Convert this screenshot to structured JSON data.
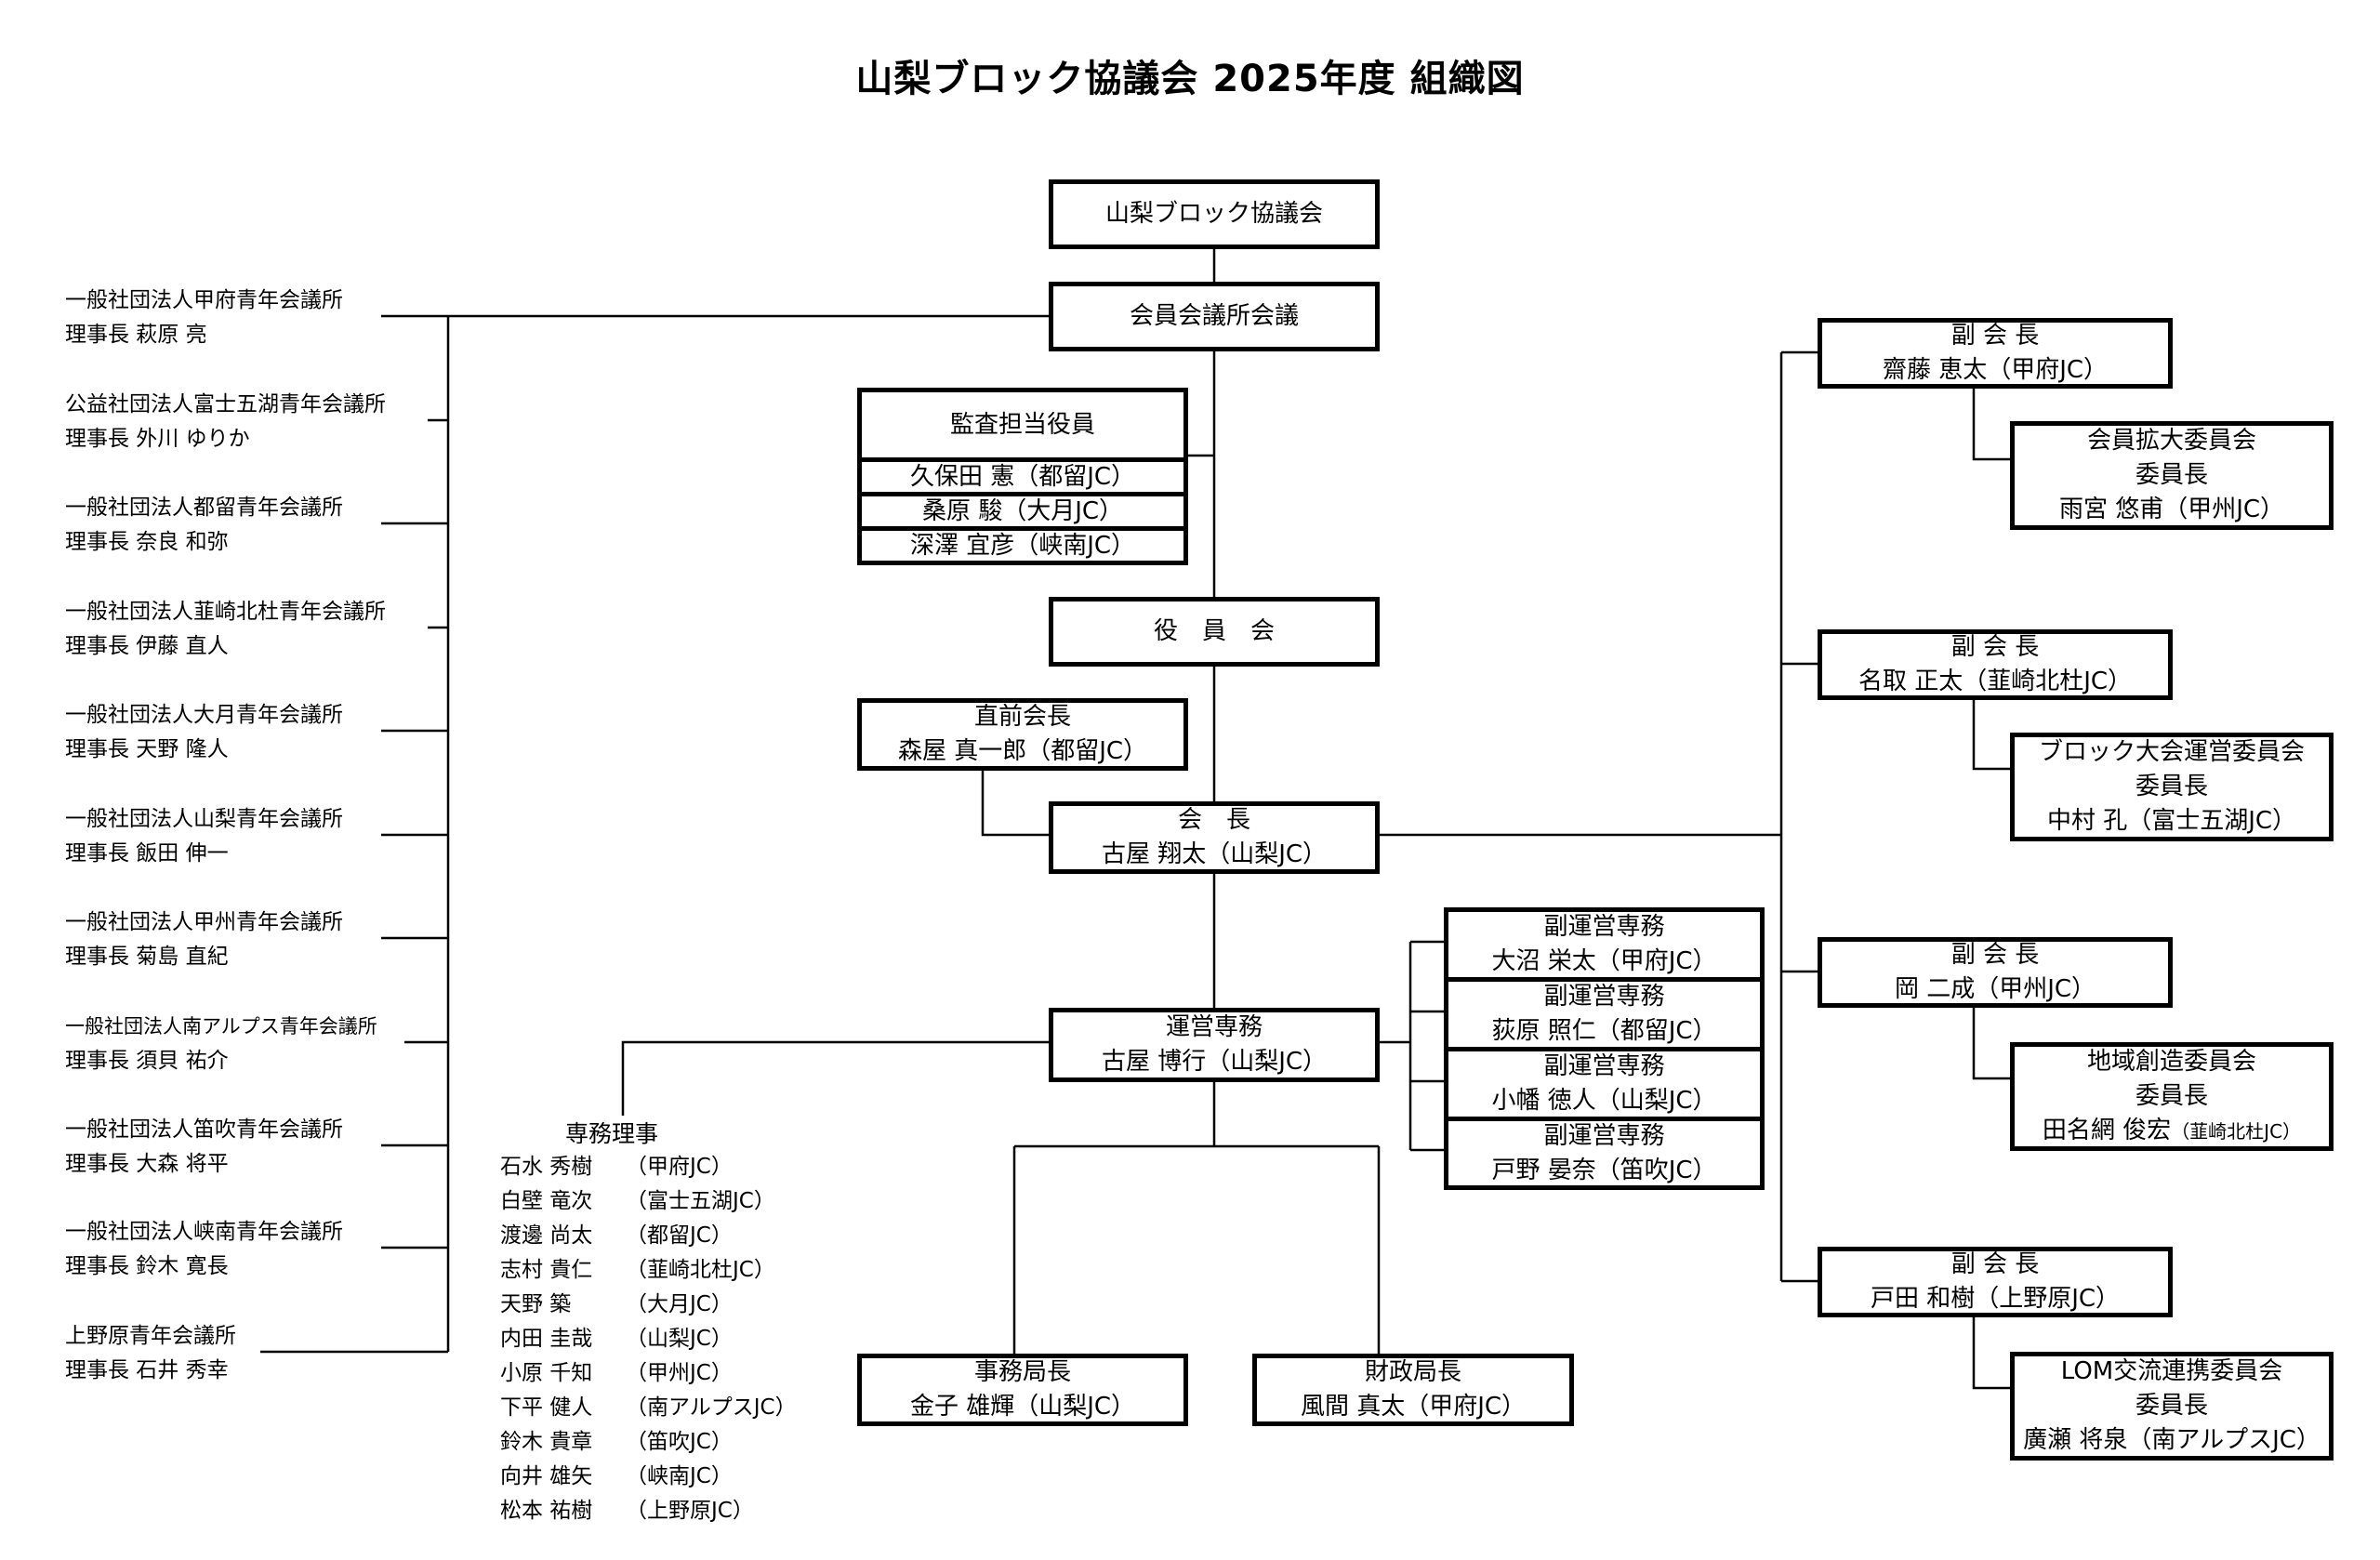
{
  "title": "山梨ブロック協議会 2025年度 組織図",
  "council": "山梨ブロック協議会",
  "member_meeting": "会員会議所会議",
  "audit": {
    "title": "監査担当役員",
    "members": [
      "久保田 憲（都留JC）",
      "桑原 駿（大月JC）",
      "深澤 宜彦（峡南JC）"
    ]
  },
  "board": "役　員　会",
  "immediate_past": {
    "title": "直前会長",
    "name": "森屋 真一郎（都留JC）"
  },
  "president": {
    "title": "会　長",
    "name": "古屋 翔太（山梨JC）"
  },
  "managing_director": {
    "title": "運営専務",
    "name": "古屋 博行（山梨JC）"
  },
  "vice_managing": [
    {
      "title": "副運営専務",
      "name": "大沼 栄太（甲府JC）"
    },
    {
      "title": "副運営専務",
      "name": "荻原 照仁（都留JC）"
    },
    {
      "title": "副運営専務",
      "name": "小幡 徳人（山梨JC）"
    },
    {
      "title": "副運営専務",
      "name": "戸野 晏奈（笛吹JC）"
    }
  ],
  "secretariat": {
    "title": "事務局長",
    "name": "金子 雄輝（山梨JC）"
  },
  "finance": {
    "title": "財政局長",
    "name": "風間 真太（甲府JC）"
  },
  "lom_presidents": [
    {
      "org": "一般社団法人甲府青年会議所",
      "pres": "理事長 萩原 亮"
    },
    {
      "org": "公益社団法人富士五湖青年会議所",
      "pres": "理事長 外川 ゆりか"
    },
    {
      "org": "一般社団法人都留青年会議所",
      "pres": "理事長 奈良 和弥"
    },
    {
      "org": "一般社団法人韮崎北杜青年会議所",
      "pres": "理事長 伊藤 直人"
    },
    {
      "org": "一般社団法人大月青年会議所",
      "pres": "理事長 天野 隆人"
    },
    {
      "org": "一般社団法人山梨青年会議所",
      "pres": "理事長 飯田 伸一"
    },
    {
      "org": "一般社団法人甲州青年会議所",
      "pres": "理事長 菊島 直紀"
    },
    {
      "org": "一般社団法人南アルプス青年会議所",
      "pres": "理事長 須貝 祐介"
    },
    {
      "org": "一般社団法人笛吹青年会議所",
      "pres": "理事長 大森 将平"
    },
    {
      "org": "一般社団法人峡南青年会議所",
      "pres": "理事長 鈴木 寛長"
    },
    {
      "org": "上野原青年会議所",
      "pres": "理事長 石井 秀幸"
    }
  ],
  "directors": {
    "title": "専務理事",
    "members": [
      {
        "name": "石水 秀樹",
        "lom": "（甲府JC）"
      },
      {
        "name": "白壁 竜次",
        "lom": "（富士五湖JC）"
      },
      {
        "name": "渡邊 尚太",
        "lom": "（都留JC）"
      },
      {
        "name": "志村 貴仁",
        "lom": "（韮崎北杜JC）"
      },
      {
        "name": "天野 築",
        "lom": "（大月JC）"
      },
      {
        "name": "内田 圭哉",
        "lom": "（山梨JC）"
      },
      {
        "name": "小原 千知",
        "lom": "（甲州JC）"
      },
      {
        "name": "下平 健人",
        "lom": "（南アルプスJC）"
      },
      {
        "name": "鈴木 貴章",
        "lom": "（笛吹JC）"
      },
      {
        "name": "向井 雄矢",
        "lom": "（峡南JC）"
      },
      {
        "name": "松本 祐樹",
        "lom": "（上野原JC）"
      }
    ]
  },
  "vice_presidents": [
    {
      "title": "副 会 長",
      "name": "齋藤 恵太（甲府JC）",
      "committee": {
        "name": "会員拡大委員会",
        "role": "委員長",
        "chair": "雨宮 悠甫（甲州JC）"
      }
    },
    {
      "title": "副 会 長",
      "name": "名取 正太（韮崎北杜JC）",
      "committee": {
        "name": "ブロック大会運営委員会",
        "role": "委員長",
        "chair": "中村 孔（富士五湖JC）"
      }
    },
    {
      "title": "副 会 長",
      "name": "岡 二成（甲州JC）",
      "committee": {
        "name": "地域創造委員会",
        "role": "委員長",
        "chair_name": "田名網 俊宏",
        "chair_lom": "（韮崎北杜JC）"
      }
    },
    {
      "title": "副 会 長",
      "name": "戸田 和樹（上野原JC）",
      "committee": {
        "name": "LOM交流連携委員会",
        "role": "委員長",
        "chair": "廣瀬 将泉（南アルプスJC）"
      }
    }
  ]
}
